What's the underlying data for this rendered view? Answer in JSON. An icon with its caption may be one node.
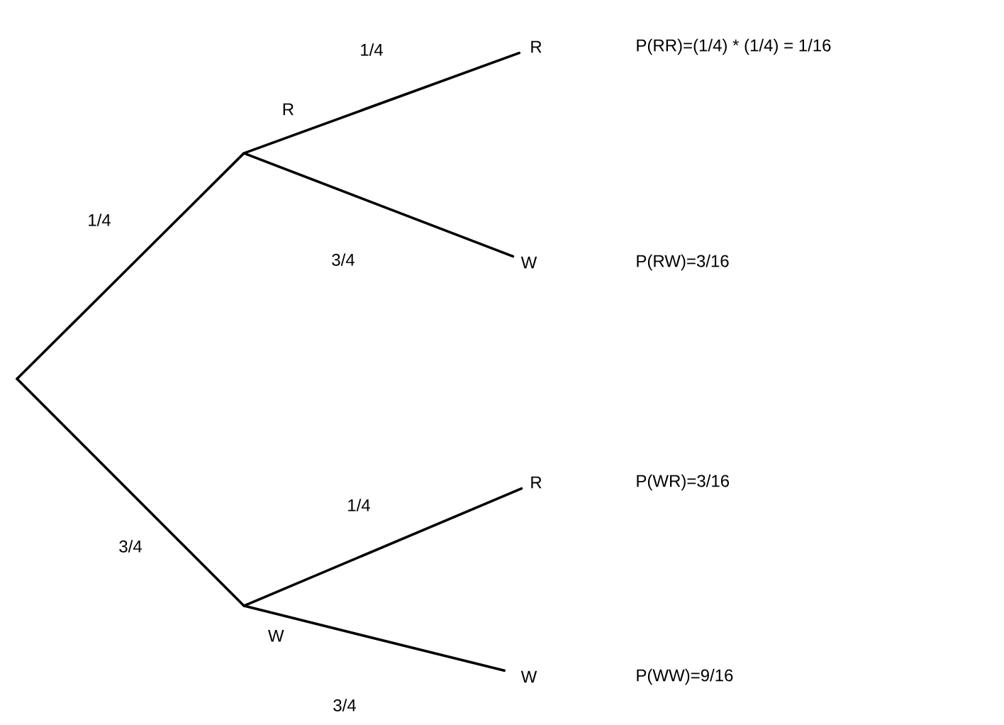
{
  "diagram": {
    "nodes": [
      {
        "text": [
          "R"
        ]
      },
      {
        "text": [
          "W"
        ]
      },
      {
        "text": [
          "R"
        ]
      },
      {
        "text": [
          "W"
        ]
      },
      {
        "text": [
          "R"
        ]
      },
      {
        "text": [
          "W"
        ]
      }
    ],
    "edges": [
      {
        "from": null,
        "to": 0,
        "arrow": "none",
        "label": "1/4"
      },
      {
        "from": null,
        "to": 1,
        "arrow": "none",
        "label": "3/4"
      },
      {
        "from": 0,
        "to": 2,
        "arrow": "none",
        "label": "1/4"
      },
      {
        "from": 0,
        "to": 3,
        "arrow": "none",
        "label": "3/4"
      },
      {
        "from": 1,
        "to": 4,
        "arrow": "none",
        "label": "1/4"
      },
      {
        "from": 1,
        "to": 5,
        "arrow": "none",
        "label": "3/4"
      }
    ],
    "labels": [
      "P(RR)=(1/4) * (1/4) = 1/16",
      "P(RW)=3/16",
      "P(WR)=3/16",
      "P(WW)=9/16"
    ]
  }
}
